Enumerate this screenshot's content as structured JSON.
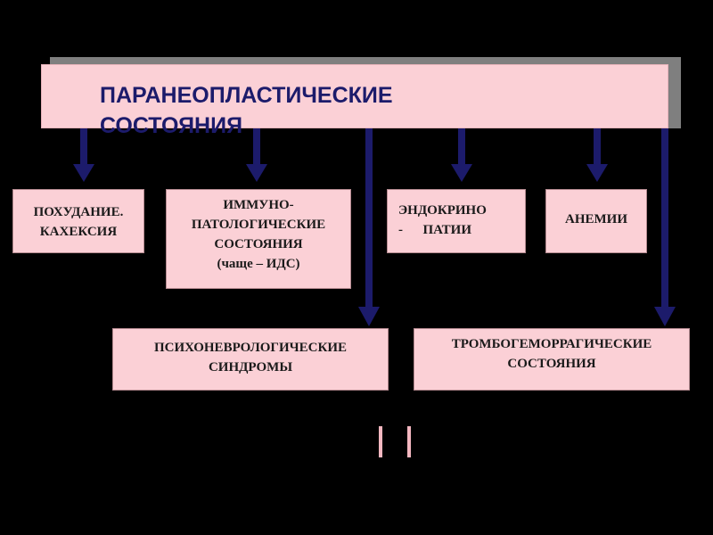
{
  "header": {
    "title": "ПАРАНЕОПЛАСТИЧЕСКИЕ СОСТОЯНИЯ"
  },
  "boxes": {
    "weight_loss": {
      "line1": "ПОХУДАНИЕ.",
      "line2": "КАХЕКСИЯ"
    },
    "immuno": {
      "line1": "ИММУНО-",
      "line2": "ПАТОЛОГИЧЕСКИЕ",
      "line3": "СОСТОЯНИЯ",
      "line4": "(чаще – ИДС)"
    },
    "endocrino": {
      "line1": "ЭНДОКРИНО",
      "line2": "-      ПАТИИ"
    },
    "anemia": {
      "line1": "АНЕМИИ"
    },
    "psycho": {
      "line1": "ПСИХОНЕВРОЛОГИЧЕСКИЕ",
      "line2": "СИНДРОМЫ"
    },
    "thrombo": {
      "line1": "ТРОМБОГЕМОРРАГИЧЕСКИЕ",
      "line2": "СОСТОЯНИЯ"
    }
  },
  "colors": {
    "background": "#000000",
    "box_fill": "#fbd0d6",
    "arrow": "#1c1b6b",
    "title": "#1c1b6b"
  }
}
